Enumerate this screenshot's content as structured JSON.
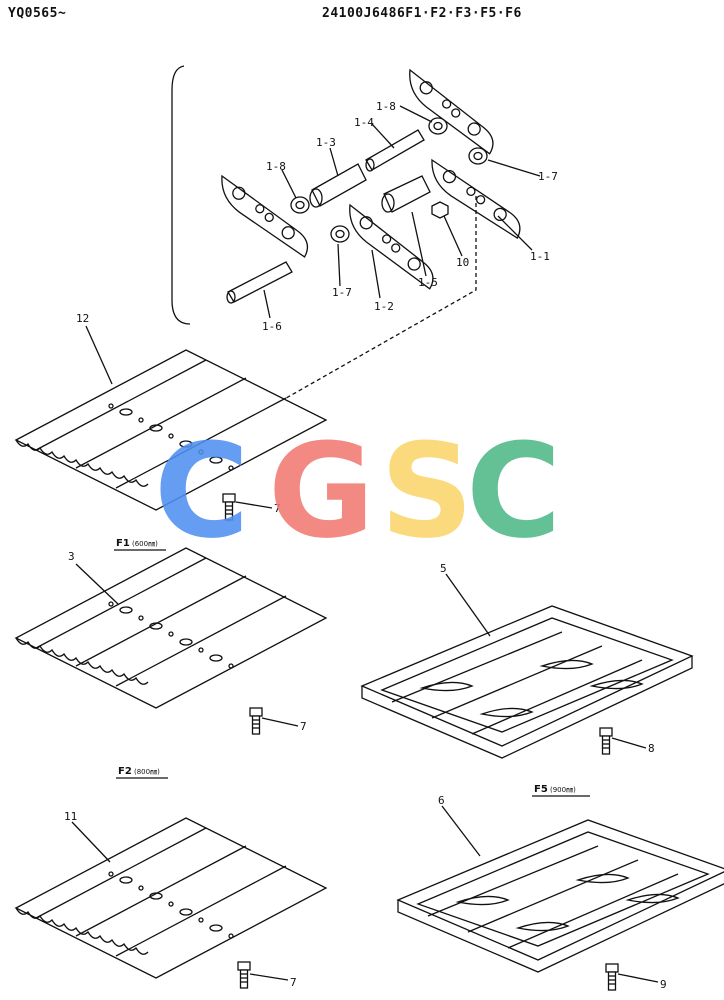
{
  "header": {
    "code": "YQ0565~",
    "title": "24100J6486F1·F2·F3·F5·F6"
  },
  "watermark": {
    "letters": [
      "C",
      "G",
      "S",
      "C"
    ],
    "colors": [
      "#4f8ff0",
      "#f07a72",
      "#f9d56b",
      "#4fb886"
    ]
  },
  "callouts": {
    "c1_8a": "1-8",
    "c1_4": "1-4",
    "c1_3": "1-3",
    "c1_8b": "1-8",
    "c1_7a": "1-7",
    "c1_1": "1-1",
    "c10": "10",
    "c1_5": "1-5",
    "c1_7b": "1-7",
    "c1_2": "1-2",
    "c1_6": "1-6",
    "c12": "12",
    "c7a": "7",
    "c3": "3",
    "c7b": "7",
    "c5": "5",
    "c8": "8",
    "c11": "11",
    "c7c": "7",
    "c6": "6",
    "c9": "9"
  },
  "captions": {
    "f1": "F1",
    "f1_size": "(600㎜)",
    "f2": "F2",
    "f2_size": "(800㎜)",
    "f5": "F5",
    "f5_size": "(900㎜)"
  }
}
